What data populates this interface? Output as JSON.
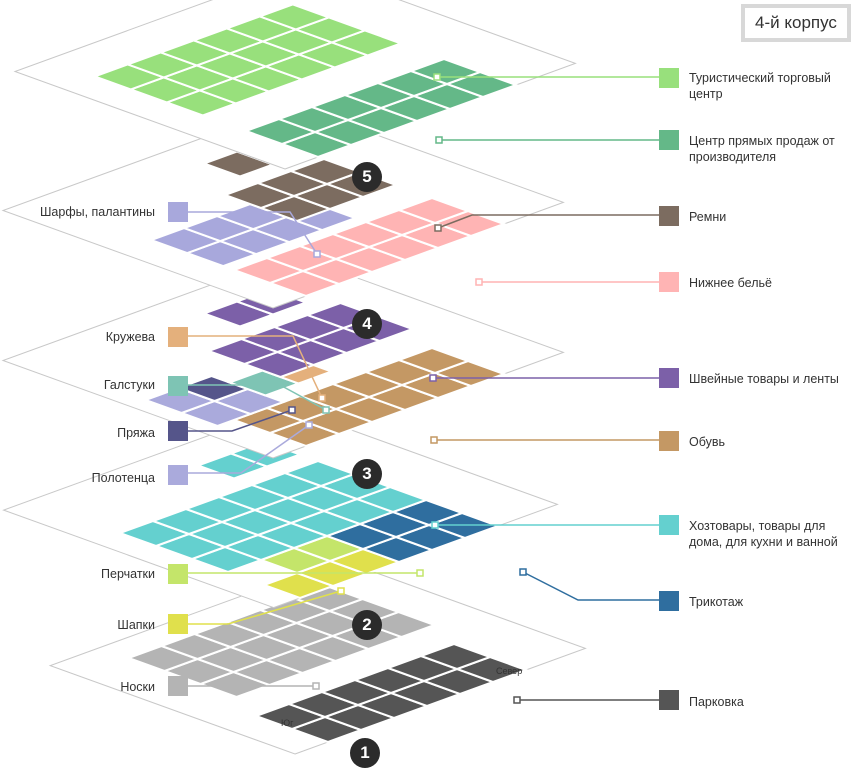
{
  "building_title": "4-й корпус",
  "floors": [
    {
      "number": "1",
      "directions": {
        "north": "Север",
        "south": "Юг"
      },
      "left": [
        {
          "text": "Носки",
          "color": "#b4b4b4"
        }
      ],
      "right": [
        {
          "text": "Парковка",
          "color": "#555555"
        }
      ]
    },
    {
      "number": "2",
      "left": [
        {
          "text": "Перчатки",
          "color": "#c4e56a"
        },
        {
          "text": "Шапки",
          "color": "#e0e04c"
        }
      ],
      "right": [
        {
          "text": "Хозтовары, товары для дома, для кухни и ванной",
          "color": "#64d0cf"
        },
        {
          "text": "Трикотаж",
          "color": "#2f6e9f"
        }
      ]
    },
    {
      "number": "3",
      "left": [
        {
          "text": "Кружева",
          "color": "#e4b07c"
        },
        {
          "text": "Галстуки",
          "color": "#7ec4b4"
        },
        {
          "text": "Пряжа",
          "color": "#55558a"
        },
        {
          "text": "Полотенца",
          "color": "#aaaadc"
        }
      ],
      "right": [
        {
          "text": "Швейные товары и ленты",
          "color": "#7c60a8"
        },
        {
          "text": "Обувь",
          "color": "#c49864"
        }
      ]
    },
    {
      "number": "4",
      "left": [
        {
          "text": "Шарфы, палантины",
          "color": "#a8a8dc"
        }
      ],
      "right": [
        {
          "text": "Ремни",
          "color": "#7c6c60"
        },
        {
          "text": "Нижнее бельё",
          "color": "#ffb4b4"
        }
      ]
    },
    {
      "number": "5",
      "left": [],
      "right": [
        {
          "text": "Туристический торговый центр",
          "color": "#98e07c"
        },
        {
          "text": "Центр прямых продаж от производителя",
          "color": "#64b888"
        }
      ]
    }
  ]
}
